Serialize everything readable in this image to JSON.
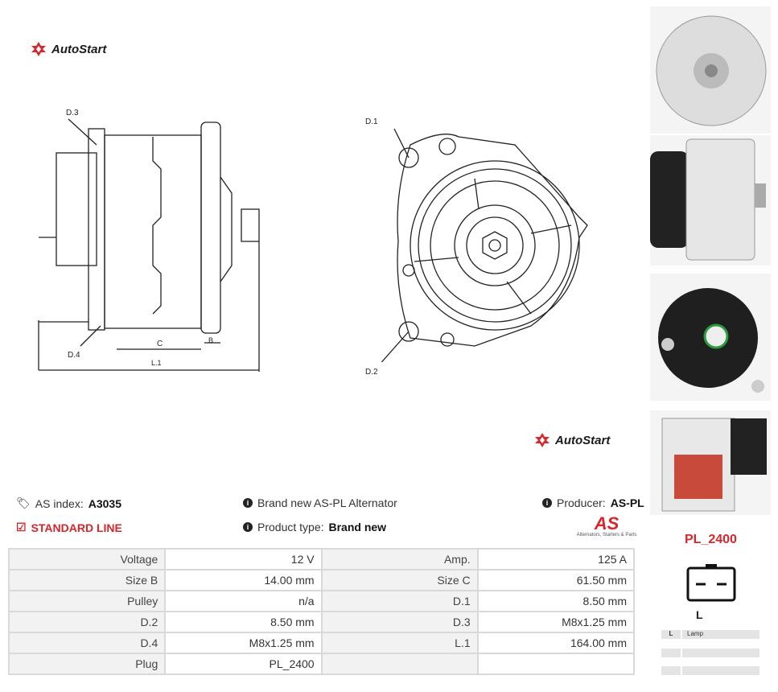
{
  "brand": {
    "name": "AutoStart",
    "accent": "#d7262c"
  },
  "drawing": {
    "labels": {
      "d3": "D.3",
      "d4": "D.4",
      "c": "C",
      "b": "B",
      "l1": "L.1",
      "d1": "D.1",
      "d2": "D.2"
    }
  },
  "info": {
    "as_index_label": "AS index:",
    "as_index_value": "A3035",
    "standard_line": "STANDARD LINE",
    "brand_new": "Brand new AS-PL Alternator",
    "product_type_label": "Product type:",
    "product_type_value": "Brand new",
    "producer_label": "Producer:",
    "producer_value": "AS-PL",
    "producer_logo_text": "AS",
    "producer_logo_tagline": "Alternators, Starters & Parts"
  },
  "specs": {
    "rows": [
      [
        {
          "label": "Voltage",
          "value": "12 V"
        },
        {
          "label": "Amp.",
          "value": "125 A"
        }
      ],
      [
        {
          "label": "Size B",
          "value": "14.00 mm"
        },
        {
          "label": "Size C",
          "value": "61.50 mm"
        }
      ],
      [
        {
          "label": "Pulley",
          "value": "n/a"
        },
        {
          "label": "D.1",
          "value": "8.50 mm"
        }
      ],
      [
        {
          "label": "D.2",
          "value": "8.50 mm"
        },
        {
          "label": "D.3",
          "value": "M8x1.25 mm"
        }
      ],
      [
        {
          "label": "D.4",
          "value": "M8x1.25 mm"
        },
        {
          "label": "L.1",
          "value": "164.00 mm"
        }
      ],
      [
        {
          "label": "Plug",
          "value": "PL_2400"
        },
        {
          "label": "",
          "value": ""
        }
      ]
    ]
  },
  "plug": {
    "code": "PL_2400",
    "pin_label": "L",
    "legend": [
      {
        "key": "L",
        "value": "Lamp"
      },
      {
        "key": "",
        "value": ""
      },
      {
        "key": "",
        "value": ""
      }
    ]
  }
}
